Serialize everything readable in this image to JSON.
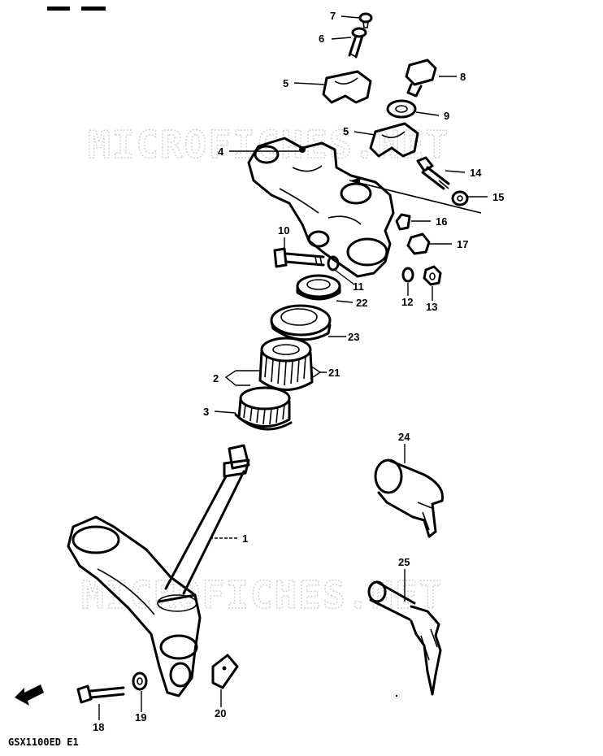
{
  "watermark": "MICROFICHES.NET",
  "diagram_code": "GSX1100ED E1",
  "callouts": {
    "c1": "1",
    "c2": "2",
    "c3": "3",
    "c4": "4",
    "c5a": "5",
    "c5b": "5",
    "c6": "6",
    "c7": "7",
    "c8": "8",
    "c9": "9",
    "c10": "10",
    "c11": "11",
    "c12": "12",
    "c13": "13",
    "c14": "14",
    "c15": "15",
    "c16": "16",
    "c17": "17",
    "c18": "18",
    "c19": "19",
    "c20": "20",
    "c21": "21",
    "c22": "22",
    "c23": "23",
    "c24": "24",
    "c25": "25"
  },
  "icons": {
    "front_arrow": "front-direction-arrow-icon"
  }
}
